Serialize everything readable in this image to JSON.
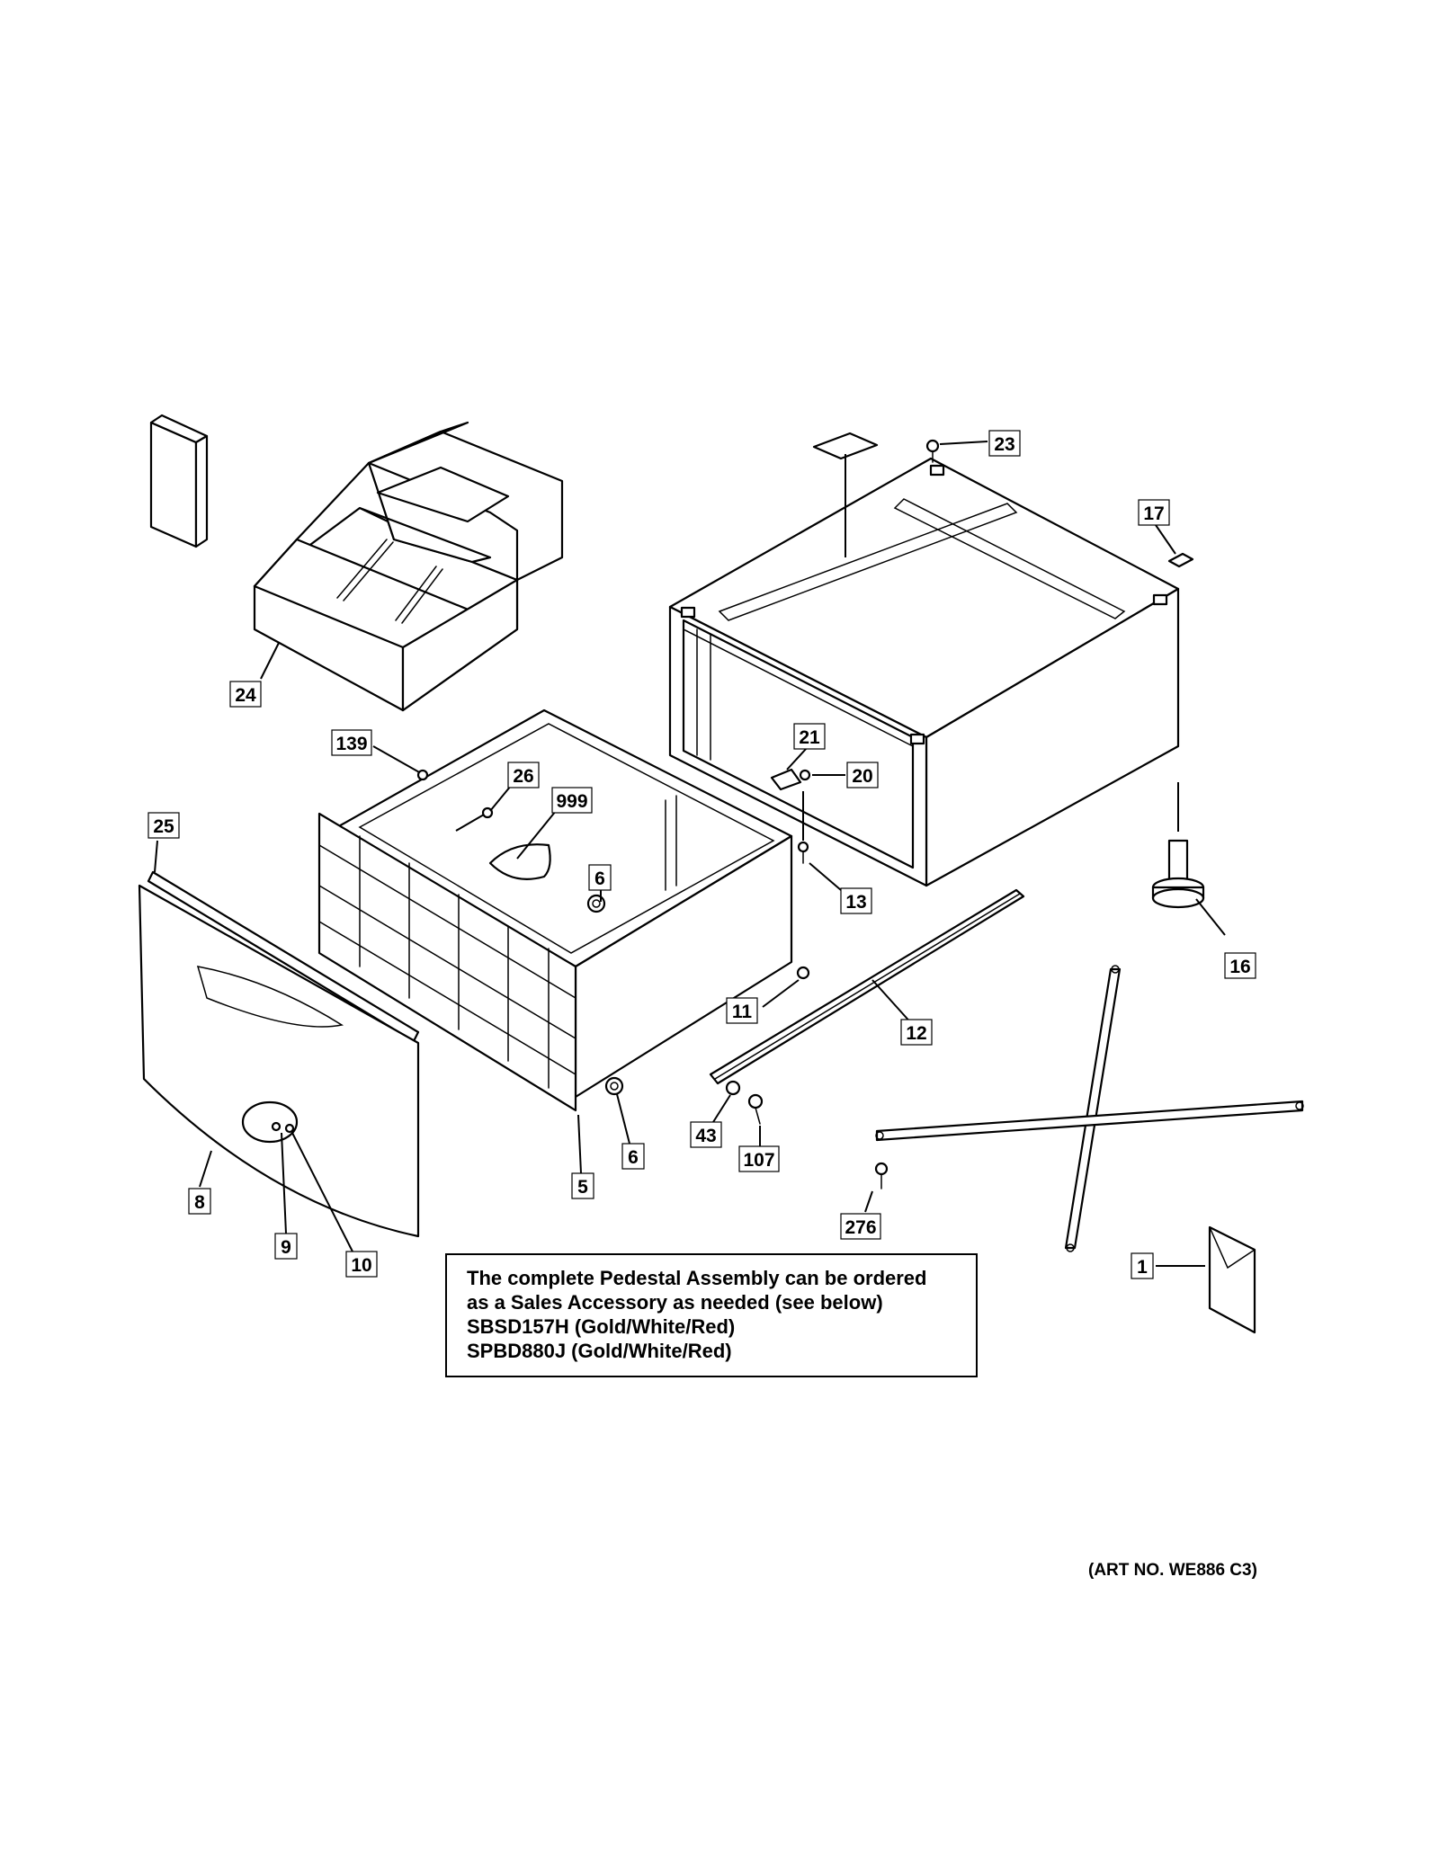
{
  "callouts": [
    {
      "id": "23",
      "label": "23"
    },
    {
      "id": "17",
      "label": "17"
    },
    {
      "id": "24",
      "label": "24"
    },
    {
      "id": "139",
      "label": "139"
    },
    {
      "id": "26",
      "label": "26"
    },
    {
      "id": "999",
      "label": "999"
    },
    {
      "id": "25",
      "label": "25"
    },
    {
      "id": "21",
      "label": "21"
    },
    {
      "id": "20",
      "label": "20"
    },
    {
      "id": "6a",
      "label": "6"
    },
    {
      "id": "13",
      "label": "13"
    },
    {
      "id": "16",
      "label": "16"
    },
    {
      "id": "11",
      "label": "11"
    },
    {
      "id": "12",
      "label": "12"
    },
    {
      "id": "6b",
      "label": "6"
    },
    {
      "id": "43",
      "label": "43"
    },
    {
      "id": "107",
      "label": "107"
    },
    {
      "id": "5",
      "label": "5"
    },
    {
      "id": "8",
      "label": "8"
    },
    {
      "id": "9",
      "label": "9"
    },
    {
      "id": "10",
      "label": "10"
    },
    {
      "id": "276",
      "label": "276"
    },
    {
      "id": "1",
      "label": "1"
    }
  ],
  "note": {
    "lines": [
      "The complete Pedestal Assembly can be ordered",
      "as a Sales Accessory as needed (see below)",
      "SBSD157H (Gold/White/Red)",
      "SPBD880J (Gold/White/Red)"
    ]
  },
  "art_number": "(ART NO. WE886 C3)"
}
